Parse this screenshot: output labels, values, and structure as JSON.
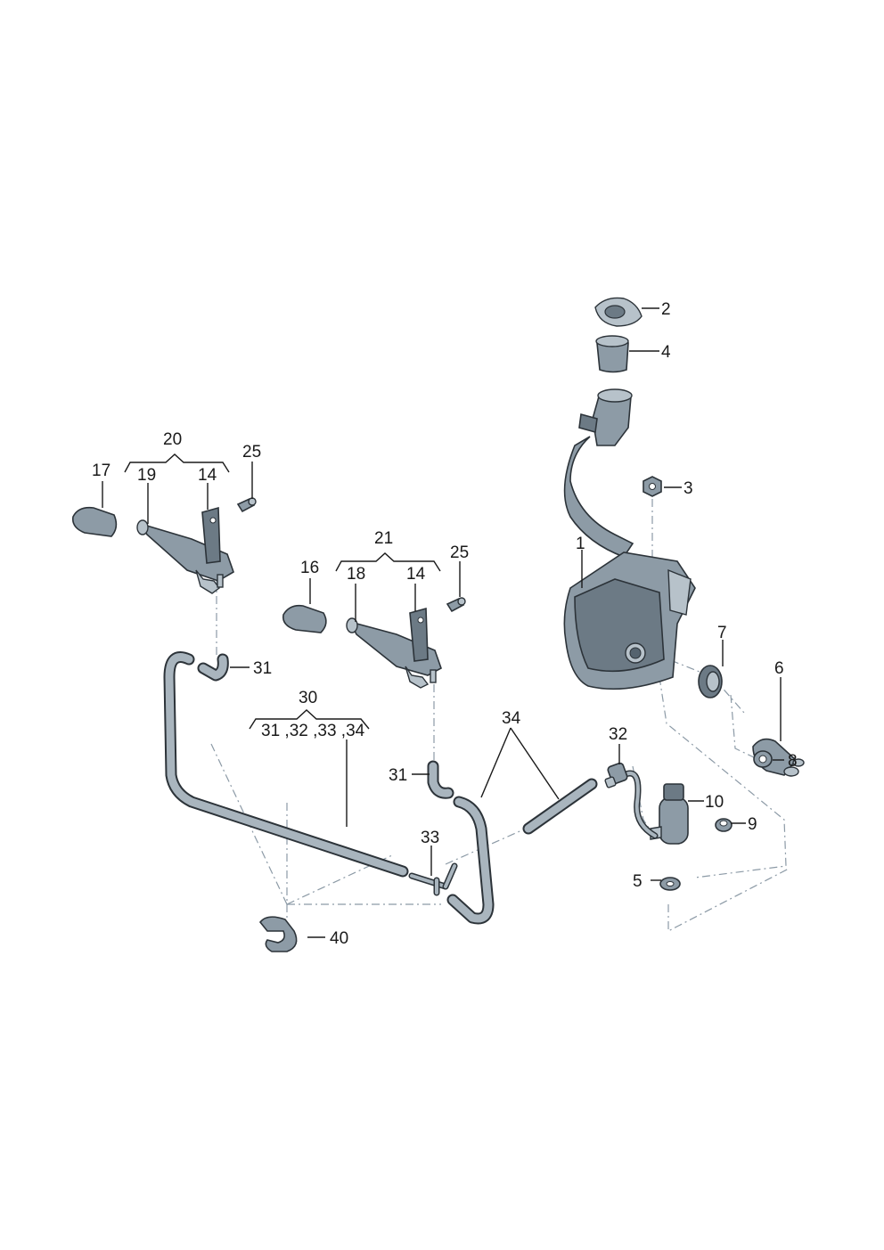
{
  "labels": {
    "l1": "1",
    "l2": "2",
    "l3": "3",
    "l4": "4",
    "l5": "5",
    "l6": "6",
    "l7": "7",
    "l8": "8",
    "l9": "9",
    "l10": "10",
    "l14a": "14",
    "l14b": "14",
    "l16": "16",
    "l17": "17",
    "l18": "18",
    "l19": "19",
    "l20": "20",
    "l21": "21",
    "l25a": "25",
    "l25b": "25",
    "l30": "30",
    "l30_sub": "31 ,32 ,33 ,34",
    "l31a": "31",
    "l31b": "31",
    "l32": "32",
    "l33": "33",
    "l34": "34",
    "l40": "40"
  },
  "colors": {
    "part_fill": "#8d9ba6",
    "part_outline": "#2c3339",
    "leader": "#1a1a1a",
    "dash_line": "#8c9aa6"
  }
}
